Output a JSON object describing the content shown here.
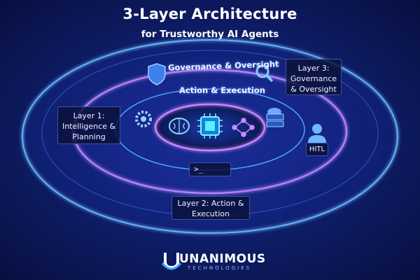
{
  "header": {
    "title": "3-Layer Architecture",
    "subtitle": "for Trustworthy AI Agents"
  },
  "rings": {
    "outer_label": "Governance & Oversight",
    "middle_label": "Action & Execution"
  },
  "callouts": {
    "layer1": "Layer 1: Intelligence & Planning",
    "layer2": "Layer 2: Action & Execution",
    "layer3": "Layer 3: Governance & Oversight",
    "hitl": "HITL",
    "terminal": ">_"
  },
  "icons": [
    "shield-icon",
    "magnifier-icon",
    "gear-icon",
    "brain-icon",
    "chip-icon",
    "network-icon",
    "server-icon",
    "person-icon",
    "terminal-icon"
  ],
  "colors": {
    "background": "#0f1f6e",
    "ring_blue": "#4aa8ff",
    "ring_purple": "#b06bff",
    "core_cyan": "#3fe0ff"
  },
  "logo": {
    "name": "UNANIMOUS",
    "tagline": "TECHNOLOGIES"
  }
}
